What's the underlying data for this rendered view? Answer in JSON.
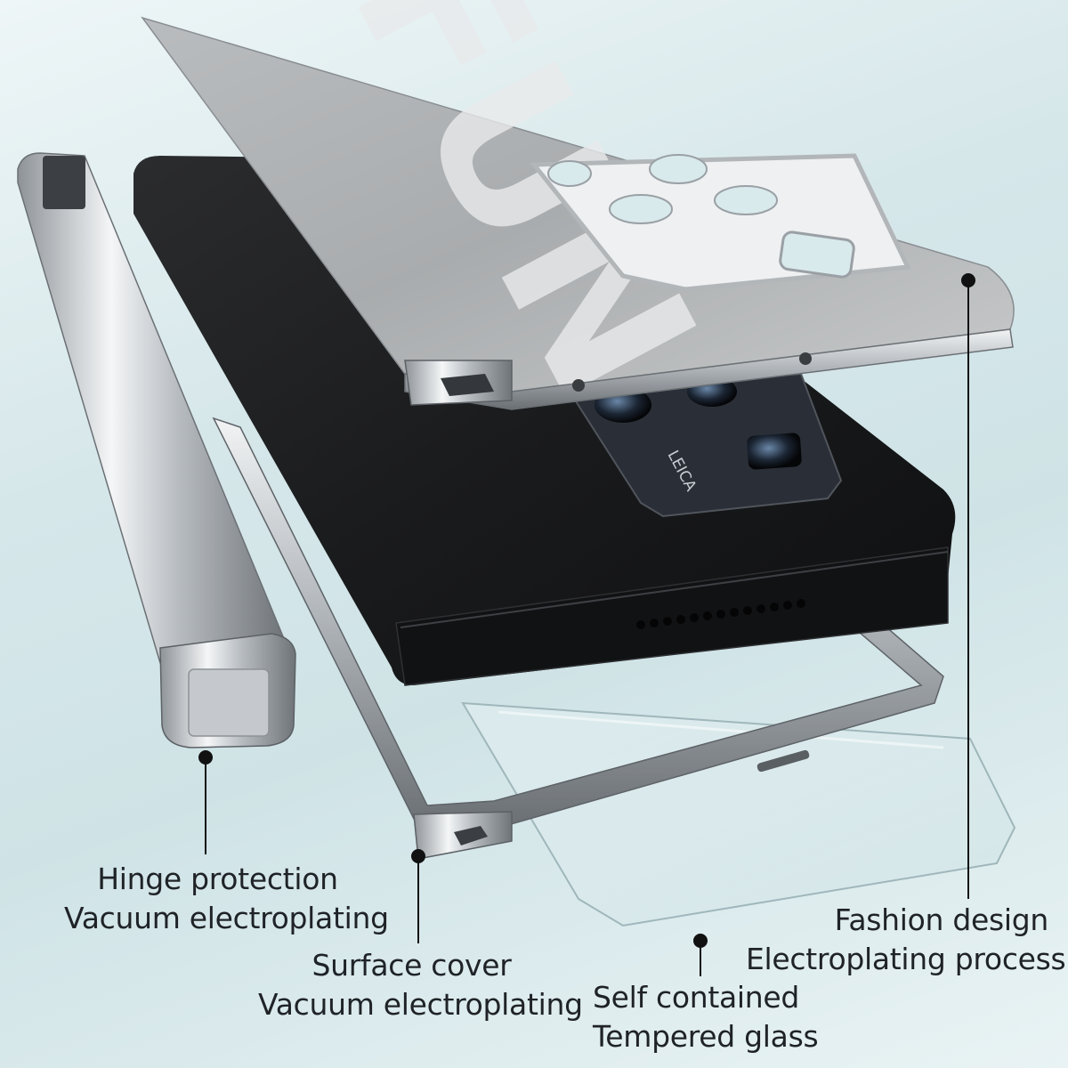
{
  "product": {
    "camera_brand": "LEICA",
    "back_graphic_letters": "FUN"
  },
  "callouts": {
    "hinge": {
      "line1": "Hinge protection",
      "line2": "Vacuum electroplating"
    },
    "surface": {
      "line1": "Surface cover",
      "line2": "Vacuum electroplating"
    },
    "glass": {
      "line1": "Self contained",
      "line2": "Tempered glass"
    },
    "fashion": {
      "line1": "Fashion design",
      "line2": "Electroplating process"
    }
  },
  "colors": {
    "background": "#d6e7ea",
    "chrome": "#c8ccd0",
    "phone_body": "#1c1d1f",
    "text": "#1f2327"
  }
}
